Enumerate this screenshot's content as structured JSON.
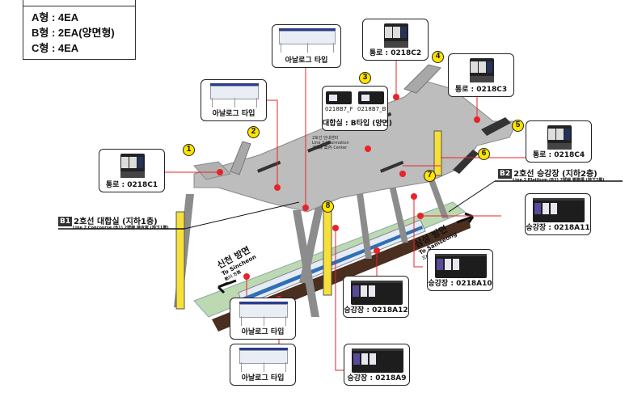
{
  "legend": {
    "rows": [
      "A형 : 4EA",
      "B형 : 2EA(양면형)",
      "C형 : 4EA"
    ]
  },
  "floors": {
    "b1": {
      "tag": "B1",
      "title": "2호선 대합실 (지하1층)",
      "subtitle": "Line 2 Concourse (B1) 2號線 待合室 (地下1層)"
    },
    "b2": {
      "tag": "B2",
      "title": "2호선 승강장 (지하2층)",
      "subtitle": "Line 2 Platform (B2) 2號線 乘降場 (地下2層)"
    }
  },
  "directions": {
    "sinchon": {
      "ko": "신천 방면",
      "en": "To Sincheon",
      "cn": "新川 方面"
    },
    "samseong": {
      "ko": "삼성 방면",
      "en": "To Samseong",
      "cn": "三成 方面"
    }
  },
  "info_center": {
    "ko": "2호선 안내센터",
    "en": "Line 2 Information",
    "cn": "2號線 案內 Center"
  },
  "exits": [
    "1",
    "2",
    "3",
    "4",
    "5",
    "6",
    "7",
    "8"
  ],
  "cards": {
    "analog_top": "아날로그 타입",
    "analog_left": "아날로그 타입",
    "c2": "통로 : 0218C2",
    "c3": "통로 : 0218C3",
    "c4": "통로 : 0218C4",
    "c1": "통로 : 0218C1",
    "b7_f": "0218B7_F",
    "b7_b": "0218B7_B",
    "b7_caption": "대합실 : B타입 (양면)",
    "a11": "승강장 : 0218A11",
    "a10": "승강장 : 0218A10",
    "a12": "승강장 : 0218A12",
    "a9": "승강장 : 0218A9",
    "analog_bottom1": "아날로그 타입",
    "analog_bottom2": "아날로그 타입"
  },
  "colors": {
    "leader": "#e8232a",
    "concourse": "#b8b8b8",
    "platform": "#b8d8b0",
    "track": "#4a2e20",
    "elevator": "#f7e03a",
    "badge": "#ffe400"
  }
}
